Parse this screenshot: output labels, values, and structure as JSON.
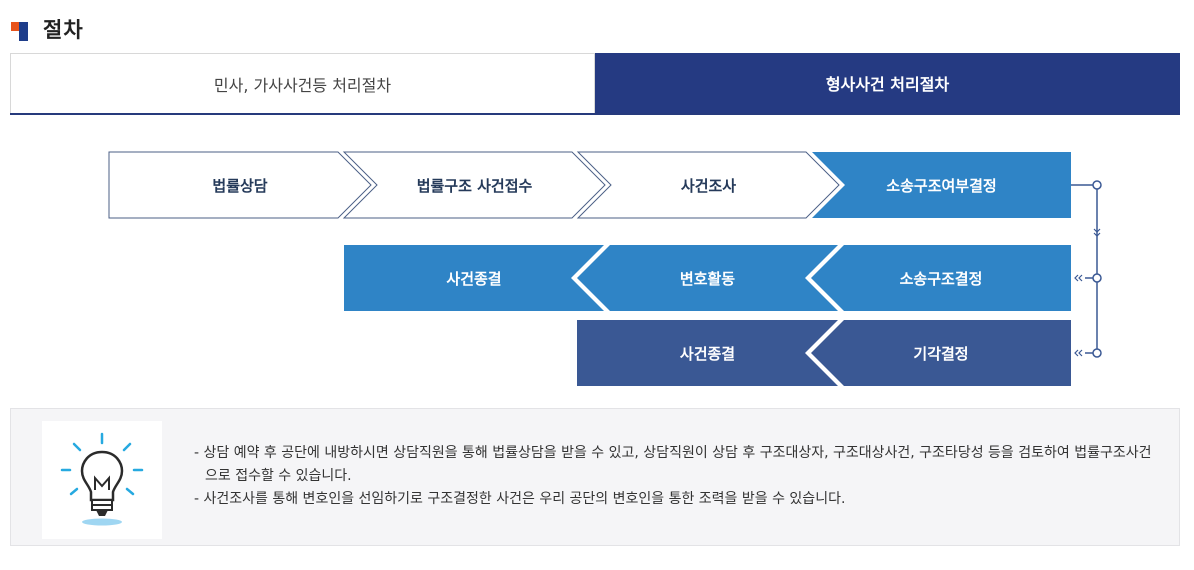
{
  "section": {
    "title": "절차"
  },
  "tabs": [
    {
      "label": "민사, 가사사건등 처리절차",
      "active": false
    },
    {
      "label": "형사사건 처리절차",
      "active": true
    }
  ],
  "flow": {
    "row1": [
      "법률상담",
      "법률구조 사건접수",
      "사건조사",
      "소송구조여부결정"
    ],
    "row2": [
      "사건종결",
      "변호활동",
      "소송구조결정"
    ],
    "row3": [
      "사건종결",
      "기각결정"
    ]
  },
  "notice": {
    "icon": "lightbulb-icon",
    "lines": [
      "- 상담 예약 후 공단에 내방하시면 상담직원을 통해 법률상담을 받을 수 있고, 상담직원이 상담 후 구조대상자, 구조대상사건, 구조타당성 등을 검토하여 법률구조사건으로 접수할 수 있습니다.",
      "- 사건조사를 통해 변호인을 선임하기로 구조결정한 사건은 우리 공단의 변호인을 통한 조력을 받을 수 있습니다."
    ]
  },
  "colors": {
    "tab_active": "#253a82",
    "flow_blue": "#2f84c6",
    "flow_navy": "#3a5894",
    "accent_orange": "#e8541c"
  }
}
